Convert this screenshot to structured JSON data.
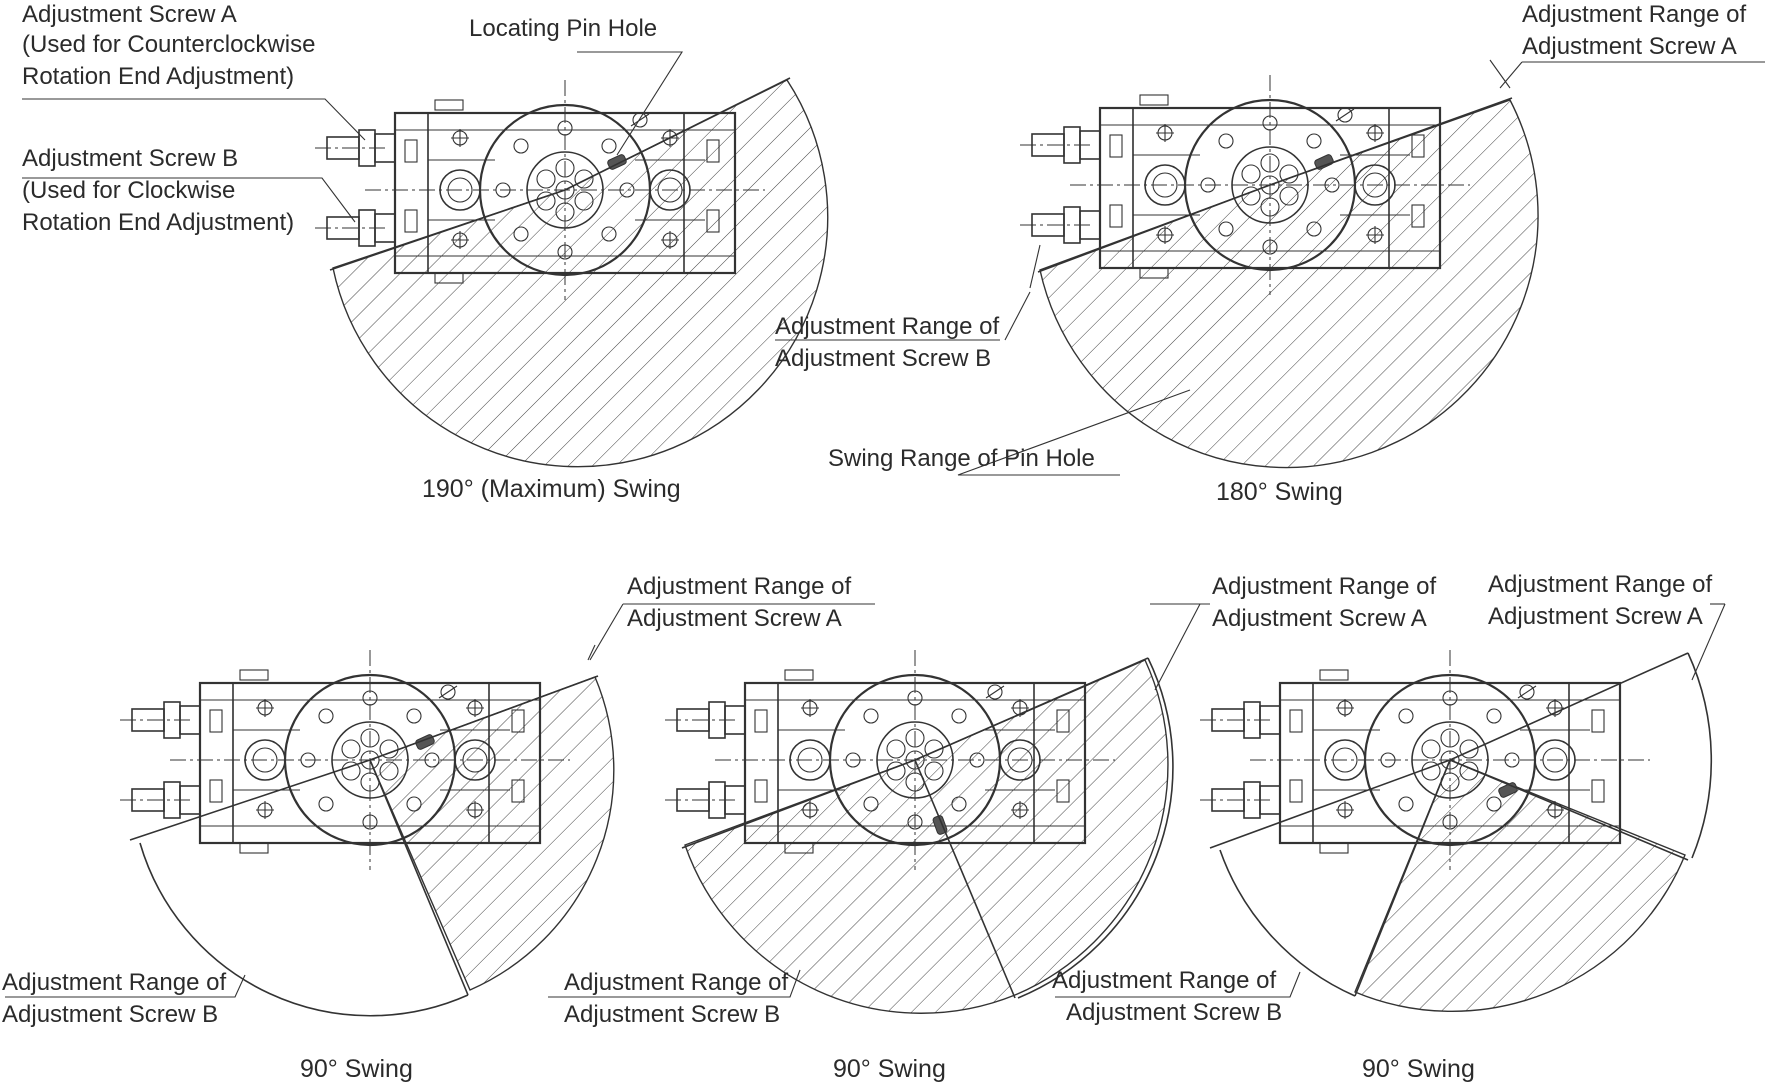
{
  "labels": {
    "screw_a_title": "Adjustment Screw A",
    "screw_a_line2": "(Used for Counterclockwise",
    "screw_a_line3": "Rotation End Adjustment)",
    "screw_b_title": "Adjustment Screw B",
    "screw_b_line2": "(Used for Clockwise",
    "screw_b_line3": "Rotation End Adjustment)",
    "locating_pin_hole": "Locating Pin Hole",
    "swing_range_pin_hole": "Swing Range of Pin Hole",
    "adj_range_of": "Adjustment Range of",
    "adj_screw_a": "Adjustment Screw A",
    "adj_screw_b": "Adjustment Screw B"
  },
  "captions": {
    "d1": "190° (Maximum) Swing",
    "d2": "180° Swing",
    "d3": "90° Swing",
    "d4": "90° Swing",
    "d5": "90° Swing"
  },
  "colors": {
    "ink": "#333333",
    "background": "#ffffff"
  }
}
